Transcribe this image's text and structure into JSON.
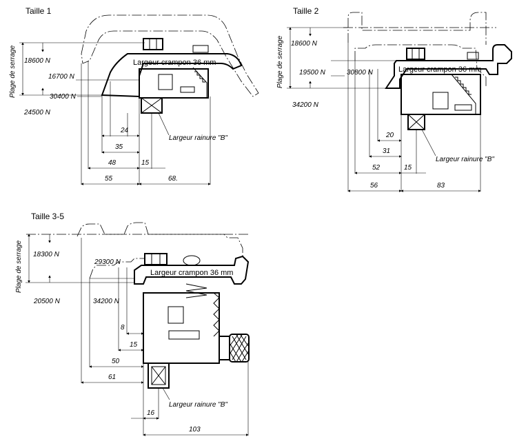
{
  "labels": {
    "clamp_width": "Largeur crampon 36 mm",
    "groove_width": "Largeur rainure \"B\"",
    "clamping_range": "Plage de serrage"
  },
  "size1": {
    "title": "Taille 1",
    "forces": [
      "18600 N",
      "16700 N",
      "30400 N",
      "24500 N"
    ],
    "dims": [
      "24",
      "35",
      "48",
      "15",
      "55",
      "68."
    ]
  },
  "size2": {
    "title": "Taille 2",
    "forces": [
      "18600 N",
      "19500 N",
      "30800 N",
      "34200 N"
    ],
    "dims": [
      "20",
      "31",
      "52",
      "15",
      "56",
      "83"
    ]
  },
  "size3": {
    "title": "Taille 3-5",
    "forces": [
      "18300 N",
      "29300 N",
      "20500 N",
      "34200 N"
    ],
    "dims": [
      "8",
      "15",
      "50",
      "61",
      "16",
      "103"
    ]
  }
}
